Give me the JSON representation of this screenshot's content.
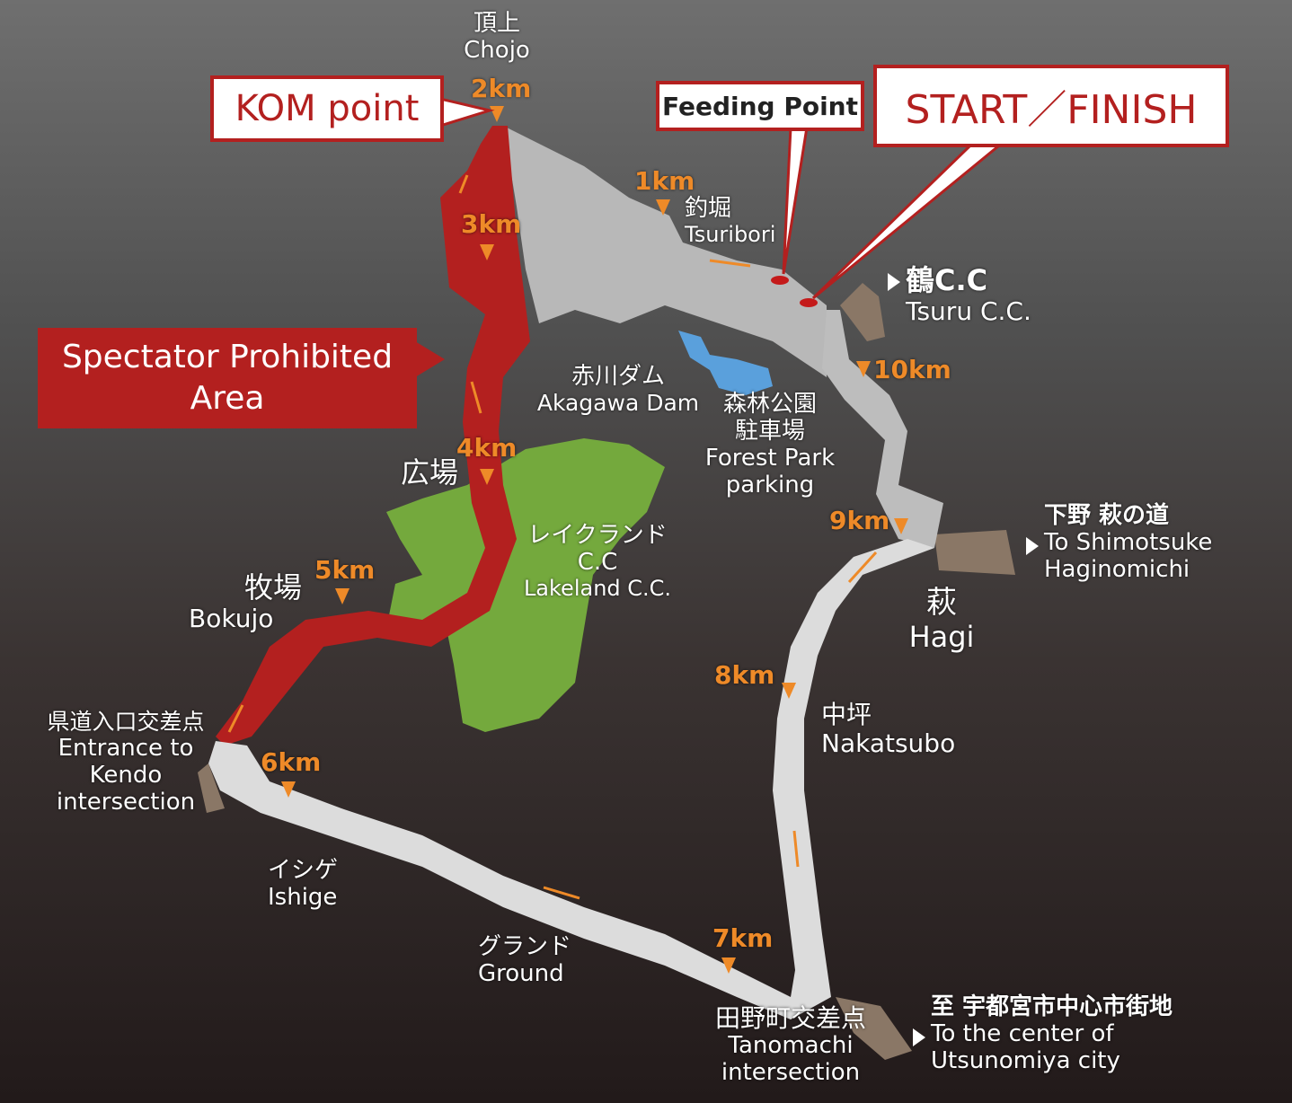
{
  "callouts": {
    "kom": "KOM point",
    "feeding": "Feeding Point",
    "start_finish": "START／FINISH",
    "spectator_line1": "Spectator Prohibited",
    "spectator_line2": "Area"
  },
  "km_markers": [
    "1km",
    "2km",
    "3km",
    "4km",
    "5km",
    "6km",
    "7km",
    "8km",
    "9km",
    "10km"
  ],
  "places": {
    "chojo_jp": "頂上",
    "chojo_en": "Chojo",
    "tsuribori_jp": "釣堀",
    "tsuribori_en": "Tsuribori",
    "tsuru_jp": "鶴C.C",
    "tsuru_en": "Tsuru C.C.",
    "akagawa_jp": "赤川ダム",
    "akagawa_en": "Akagawa Dam",
    "forest_jp1": "森林公園",
    "forest_jp2": "駐車場",
    "forest_en1": "Forest Park",
    "forest_en2": "parking",
    "hiroba_jp": "広場",
    "lakeland_jp": "レイクランド",
    "lakeland_jp2": "C.C",
    "lakeland_en": "Lakeland C.C.",
    "bokujo_jp": "牧場",
    "bokujo_en": "Bokujo",
    "kendo_jp": "県道入口交差点",
    "kendo_en1": "Entrance to",
    "kendo_en2": "Kendo",
    "kendo_en3": "intersection",
    "ishige_jp": "イシゲ",
    "ishige_en": "Ishige",
    "ground_jp": "グランド",
    "ground_en": "Ground",
    "tanomachi_jp": "田野町交差点",
    "tanomachi_en1": "Tanomachi",
    "tanomachi_en2": "intersection",
    "nakatsubo_jp": "中坪",
    "nakatsubo_en": "Nakatsubo",
    "hagi_jp": "萩",
    "hagi_en": "Hagi",
    "shimotsuke_jp": "下野 萩の道",
    "shimotsuke_en1": "To Shimotsuke",
    "shimotsuke_en2": "Haginomichi",
    "utsunomiya_jp": "至 宇都宮市中心市街地",
    "utsunomiya_en1": "To the center of",
    "utsunomiya_en2": "Utsunomiya city"
  },
  "colors": {
    "accent_red": "#b3201f",
    "km_orange": "#ee8a28",
    "road": "#d9d9d9",
    "field_green": "#74a93d",
    "water_blue": "#5aa0dc"
  }
}
